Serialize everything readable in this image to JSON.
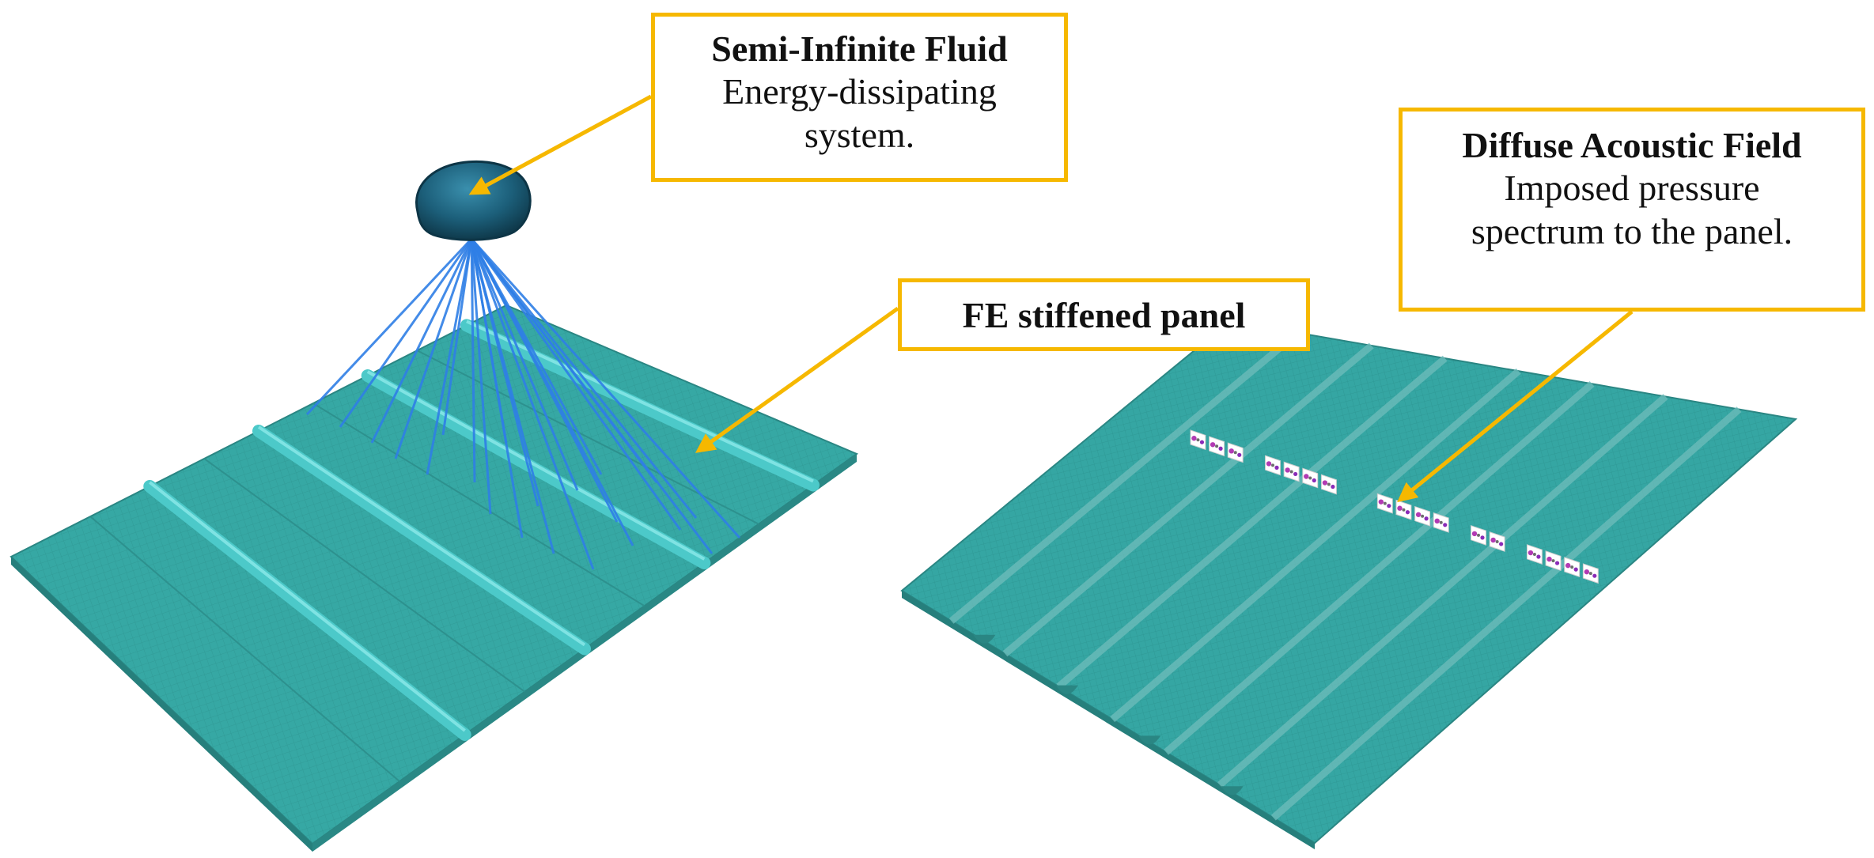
{
  "labels": {
    "fluid": {
      "title": "Semi-Infinite Fluid",
      "line1": "Energy-dissipating",
      "line2": "system."
    },
    "panel": {
      "title": "FE stiffened panel"
    },
    "daf": {
      "title": "Diffuse Acoustic Field",
      "line1": "Imposed pressure",
      "line2": "spectrum to the panel."
    }
  },
  "colors": {
    "callout_border": "#f6b800",
    "arrow": "#f6b800",
    "panel_fill": "#2fa3a0",
    "stiffener": "#5fd3d3",
    "fluid_sphere": "#1f6b86",
    "rays": "#2f7fe6"
  }
}
